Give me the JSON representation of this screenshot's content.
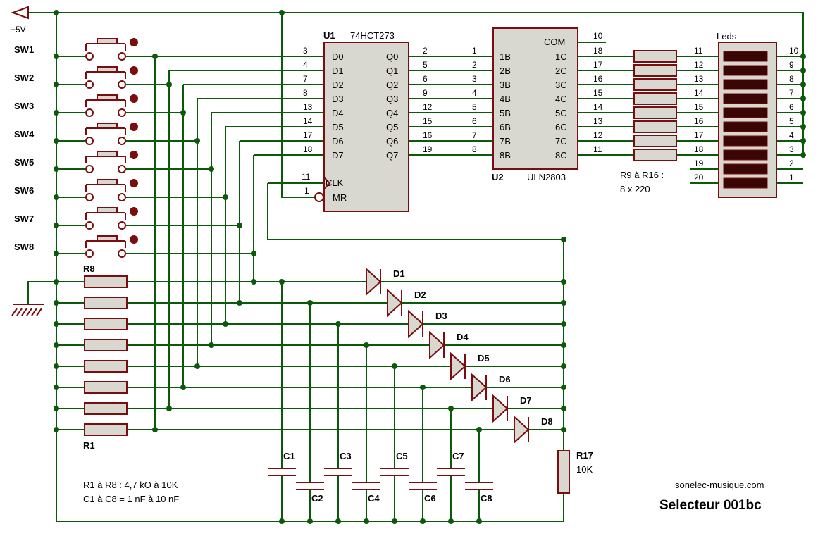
{
  "power": {
    "label": "+5V"
  },
  "switches": [
    "SW1",
    "SW2",
    "SW3",
    "SW4",
    "SW5",
    "SW6",
    "SW7",
    "SW8"
  ],
  "u1": {
    "ref": "U1",
    "part": "74HCT273",
    "d_pins": [
      "D0",
      "D1",
      "D2",
      "D3",
      "D4",
      "D5",
      "D6",
      "D7"
    ],
    "d_nums": [
      "3",
      "4",
      "7",
      "8",
      "13",
      "14",
      "17",
      "18"
    ],
    "q_pins": [
      "Q0",
      "Q1",
      "Q2",
      "Q3",
      "Q4",
      "Q5",
      "Q6",
      "Q7"
    ],
    "q_nums": [
      "2",
      "5",
      "6",
      "9",
      "12",
      "15",
      "16",
      "19"
    ],
    "clk": "CLK",
    "clk_num": "11",
    "mr": "MR",
    "mr_num": "1"
  },
  "u2": {
    "ref": "U2",
    "part": "ULN2803",
    "com": "COM",
    "com_num": "10",
    "b_pins": [
      "1B",
      "2B",
      "3B",
      "4B",
      "5B",
      "6B",
      "7B",
      "8B"
    ],
    "b_nums": [
      "1",
      "2",
      "3",
      "4",
      "5",
      "6",
      "7",
      "8"
    ],
    "c_pins": [
      "1C",
      "2C",
      "3C",
      "4C",
      "5C",
      "6C",
      "7C",
      "8C"
    ],
    "c_nums": [
      "18",
      "17",
      "16",
      "15",
      "14",
      "13",
      "12",
      "11"
    ]
  },
  "leds": {
    "label": "Leds",
    "left_nums": [
      "11",
      "12",
      "13",
      "14",
      "15",
      "16",
      "17",
      "18",
      "19",
      "20"
    ],
    "right_nums": [
      "10",
      "9",
      "8",
      "7",
      "6",
      "5",
      "4",
      "3",
      "2",
      "1"
    ]
  },
  "r9_note": {
    "line1": "R9 à R16 :",
    "line2": "8 x 220"
  },
  "resistors": {
    "top": "R8",
    "bottom": "R1"
  },
  "diodes": [
    "D1",
    "D2",
    "D3",
    "D4",
    "D5",
    "D6",
    "D7",
    "D8"
  ],
  "caps_top": [
    "C1",
    "C3",
    "C5",
    "C7"
  ],
  "caps_bottom": [
    "C2",
    "C4",
    "C6",
    "C8"
  ],
  "r17": {
    "ref": "R17",
    "value": "10K"
  },
  "notes": {
    "line1": "R1 à R8 : 4,7 kO à 10K",
    "line2": "C1 à C8 = 1 nF à 10 nF"
  },
  "credit": "sonelec-musique.com",
  "title": "Selecteur 001bc"
}
